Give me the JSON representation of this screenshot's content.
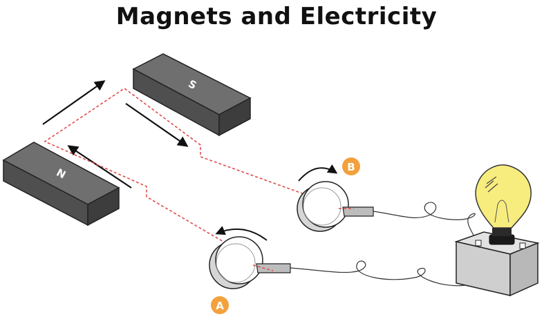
{
  "title": "Magnets and Electricity",
  "magnets": {
    "north_label": "N",
    "south_label": "S"
  },
  "coils": {
    "a_label": "A",
    "b_label": "B"
  },
  "colors": {
    "magnet_top": "#6b6b6b",
    "magnet_side": "#4a4a4a",
    "circuit_path": "#e04a4a",
    "badge": "#f2a13c",
    "bulb_glass": "#f7ec7e",
    "coil_metal": "#c9c9c9",
    "base_box": "#d9d9d9"
  },
  "icons": {
    "motion_arrows": "arrow-icon",
    "rotation_arrows": "curved-arrow-icon",
    "bulb": "light-bulb-icon"
  }
}
